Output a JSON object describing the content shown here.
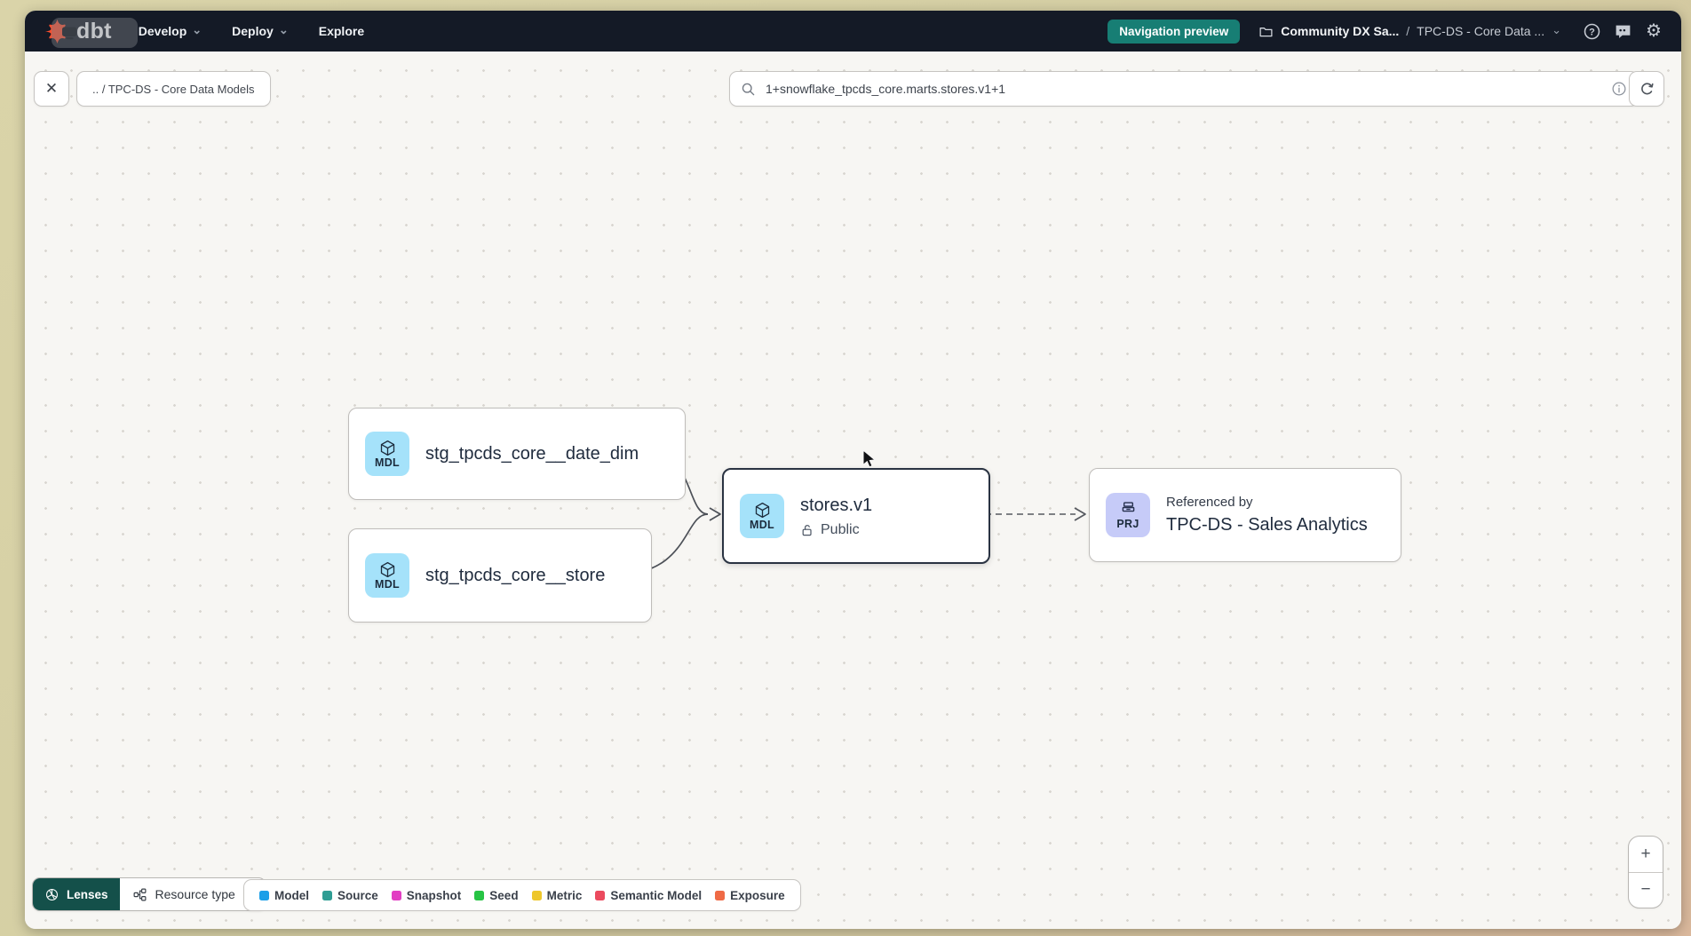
{
  "navbar": {
    "logo": "dbt",
    "menus": [
      {
        "label": "Develop"
      },
      {
        "label": "Deploy"
      },
      {
        "label": "Explore"
      }
    ],
    "preview_badge": "Navigation preview",
    "account": "Community DX Sa...",
    "breadcrumb_separator": "/",
    "project": "TPC-DS - Core Data ..."
  },
  "toolbar": {
    "breadcrumb": ".. / TPC-DS - Core Data Models",
    "search_value": "1+snowflake_tpcds_core.marts.stores.v1+1"
  },
  "graph": {
    "nodes": {
      "date_dim": {
        "badge": "MDL",
        "label": "stg_tpcds_core__date_dim"
      },
      "store": {
        "badge": "MDL",
        "label": "stg_tpcds_core__store"
      },
      "stores_v1": {
        "badge": "MDL",
        "label": "stores.v1",
        "access": "Public"
      },
      "sales_analytics": {
        "badge": "PRJ",
        "ref_label": "Referenced by",
        "label": "TPC-DS - Sales Analytics"
      }
    }
  },
  "footer": {
    "lenses": "Lenses",
    "resource_type": "Resource type",
    "legend": [
      {
        "label": "Model",
        "color": "#1b9fe8"
      },
      {
        "label": "Source",
        "color": "#2f9d94"
      },
      {
        "label": "Snapshot",
        "color": "#e23ec3"
      },
      {
        "label": "Seed",
        "color": "#27c444"
      },
      {
        "label": "Metric",
        "color": "#eec72b"
      },
      {
        "label": "Semantic Model",
        "color": "#eb4a5e"
      },
      {
        "label": "Exposure",
        "color": "#ef6a45"
      }
    ]
  },
  "zoom": {
    "in": "+",
    "out": "−"
  },
  "icons": {
    "close": "✕",
    "chevron_down": "⌄",
    "gear": "⚙"
  }
}
